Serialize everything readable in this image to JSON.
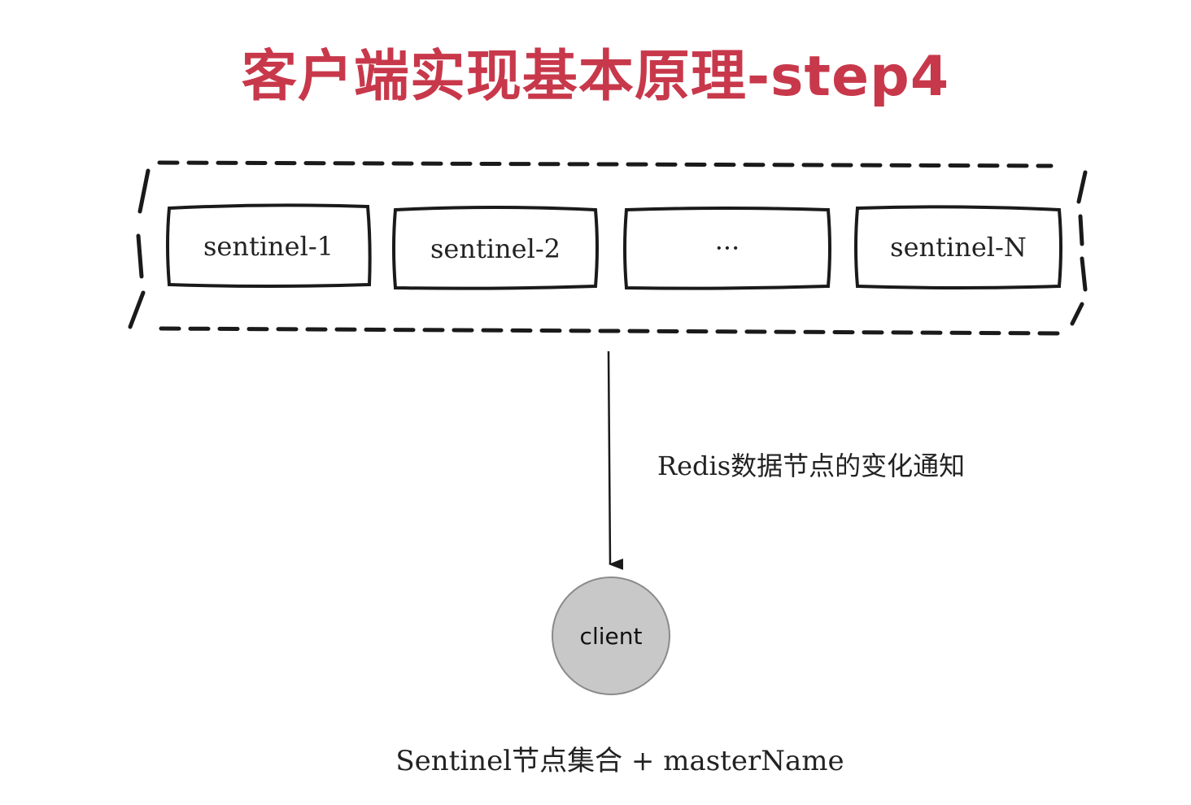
{
  "title": "客户端实现基本原理-step4",
  "sentinels": [
    {
      "label": "sentinel-1"
    },
    {
      "label": "sentinel-2"
    },
    {
      "label": "···"
    },
    {
      "label": "sentinel-N"
    }
  ],
  "edge_label": "Redis数据节点的变化通知",
  "client": {
    "label": "client"
  },
  "caption": "Sentinel节点集合 + masterName",
  "colors": {
    "title": "#c8384b",
    "client_fill": "#c8c8c8",
    "stroke": "#1a1a1a"
  }
}
